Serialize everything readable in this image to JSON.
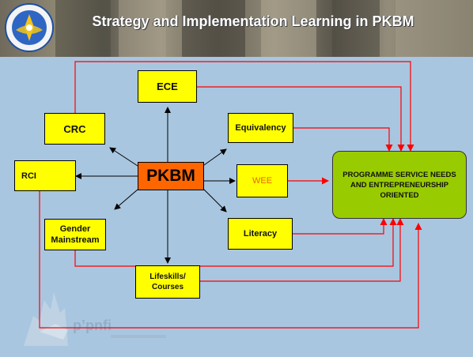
{
  "title": "Strategy and Implementation Learning in PKBM",
  "watermark_text": "p’pnfi",
  "center": "PKBM",
  "nodes": {
    "ece": "ECE",
    "crc": "CRC",
    "equivalency": "Equivalency",
    "rci": "RCI",
    "wee": "WEE",
    "gender": "Gender Mainstream",
    "literacy": "Literacy",
    "lifeskills": "Lifeskills/ Courses"
  },
  "target": "PROGRAMME SERVICE NEEDS AND ENTREPRENEURSHIP ORIENTED",
  "colors": {
    "background": "#a9c6e0",
    "node_fill": "#ffff00",
    "center_fill": "#ff6600",
    "target_fill": "#99cc00",
    "red_connector": "#ff0000",
    "wee_text": "#e46a00"
  }
}
